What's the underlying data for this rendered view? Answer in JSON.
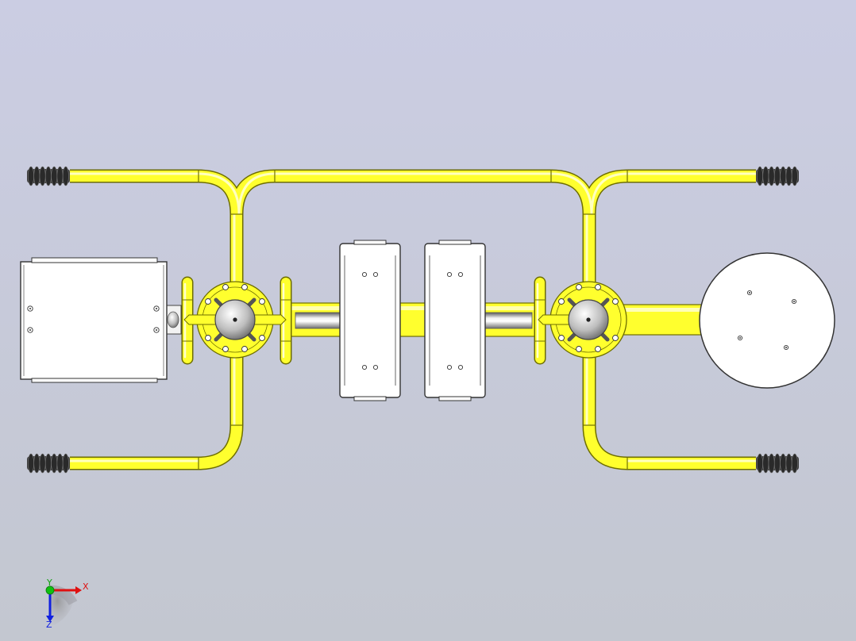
{
  "viewport": {
    "background_top": "#cbcde3",
    "background_bottom": "#c3c7d0"
  },
  "colors": {
    "pipe": "#ffff2e",
    "pipe_edge": "#6e6e00",
    "pipe_highlight": "#ffffcf",
    "part_fill": "#ffffff",
    "part_edge": "#3a3a3a",
    "grip": "#3c3c3c",
    "steel_light": "#f4f4f4",
    "steel_dark": "#6e6e6e"
  },
  "triad": {
    "x_label": "X",
    "y_label": "Y",
    "z_label": "Z",
    "x_color": "#e01010",
    "y_color": "#10c010",
    "z_color": "#1020e0"
  },
  "icons": {
    "triad": "coordinate-triad-icon"
  }
}
